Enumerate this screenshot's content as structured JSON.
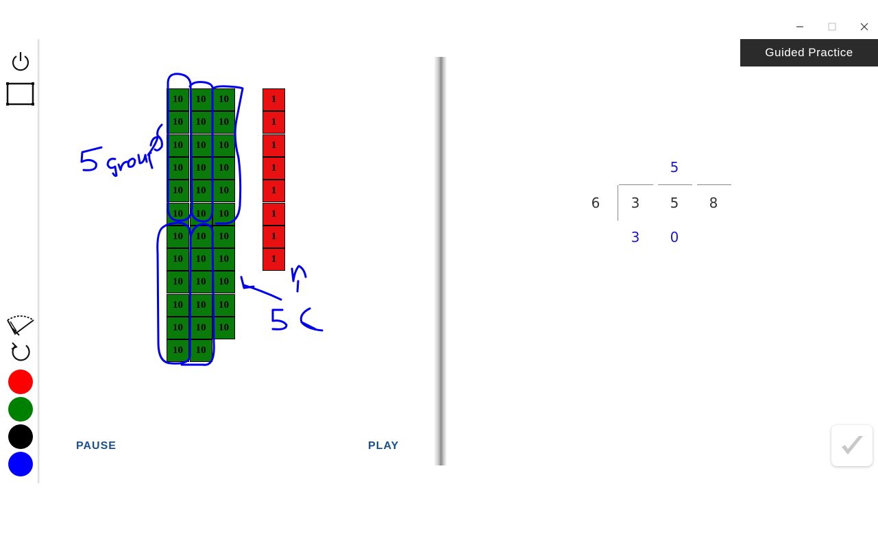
{
  "window": {
    "minimize_icon": "minimize-icon",
    "maximize_icon": "maximize-icon",
    "close_icon": "close-icon"
  },
  "header": {
    "mode_label": "Guided Practice"
  },
  "toolbar": {
    "tools": [
      "power-icon",
      "rectangle-icon",
      "eraser-icon",
      "undo-icon"
    ],
    "colors": [
      "#ff0000",
      "#008000",
      "#000000",
      "#0000ff"
    ]
  },
  "blocks": {
    "tens_label": "10",
    "ones_label": "1",
    "tens_columns": [
      12,
      12,
      11
    ],
    "ones_count": 8,
    "ten_color": "#0a7a0a",
    "one_color": "#e81010"
  },
  "controls": {
    "pause_label": "PAUSE",
    "play_label": "PLAY"
  },
  "division": {
    "divisor": "6",
    "dividend": [
      "3",
      "5",
      "8"
    ],
    "quotient": [
      "",
      "5",
      ""
    ],
    "work": [
      "3",
      "0",
      ""
    ]
  },
  "ink_color": "#0000ee",
  "check": {
    "icon": "checkmark-icon"
  }
}
